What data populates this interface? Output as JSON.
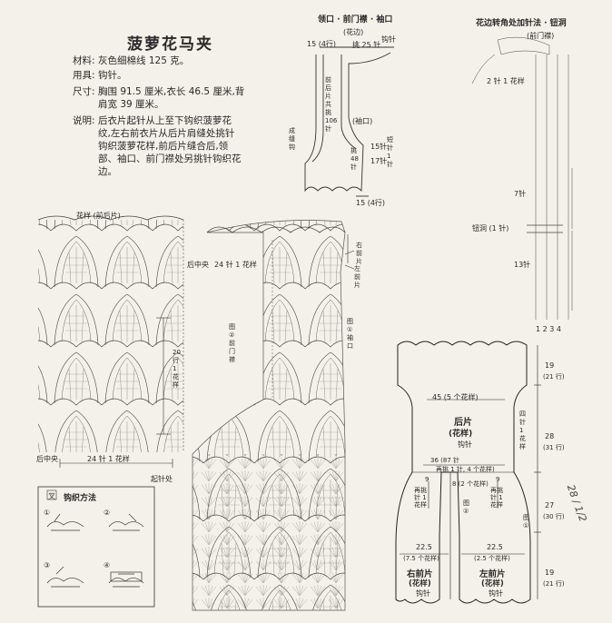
{
  "title": "菠萝花马夹",
  "info": {
    "material_label": "材料:",
    "material": "灰色细棉线 125 克。",
    "tool_label": "用具:",
    "tool": "钩针。",
    "size_label": "尺寸:",
    "size_1": "胸围 91.5 厘米,衣长 46.5 厘米,背",
    "size_2": "肩宽 39 厘米。",
    "desc_label": "说明:",
    "desc_1": "后衣片起针从上至下钩织菠萝花",
    "desc_2": "纹,左右前衣片从后片肩缝处挑针",
    "desc_3": "钩织菠萝花样,前后片缝合后,领",
    "desc_4": "部、袖口、前门襟处另挑针钩织花",
    "desc_5": "边。"
  },
  "neck_diagram": {
    "heading": "领口 · 前门襟 · 袖口",
    "label_edge": "(花边)",
    "label_crochet": "钩针",
    "label_top_left": "15 (4行)",
    "label_top_pick": "挑 25 针",
    "label_front_pick": "前后片共挑 106 针",
    "label_sleeve": "(袖口)",
    "label_pick_48": "挑 48 针",
    "label_15": "15针",
    "label_17": "17针",
    "label_short": "短针 1 针",
    "label_front_open": "成缝钩",
    "label_bottom": "15 (4行)"
  },
  "edge_diagram": {
    "heading": "花边转角处加针法 · 钮洞",
    "label_front": "(前门襟)",
    "label_2": "2 针 1 花样",
    "label_7": "7针",
    "label_button": "钮洞 (1 针)",
    "label_13": "13针",
    "rows": "1 2 3 4"
  },
  "back_chart": {
    "heading": "花样 (前后片)",
    "label_20": "20 行 1 花样",
    "label_center": "后中央",
    "label_24": "24 针 1 花样"
  },
  "front_chart": {
    "label_center": "后中央",
    "label_24": "24 针 1 花样",
    "label_right": "右前片",
    "label_left": "左前片",
    "label_diagram2": "图 ② 前门襟",
    "label_diagram1": "图 ① 袖口",
    "label_start": "起针处"
  },
  "stitch_box": {
    "heading": "钩织方法",
    "icon": "叉",
    "steps": [
      "①",
      "②",
      "③",
      "④"
    ]
  },
  "schematic": {
    "width_top": "45 (5 个花样)",
    "back_piece": "后片",
    "pattern": "(花样)",
    "crochet": "钩针",
    "side_pick": "四针 1 花样",
    "pick_36": "36 (87 针",
    "pick_36b": "再挑 1 针, 4 个花样)",
    "pick_mid": "8 (2 个花样)",
    "pick_9a": "9",
    "pick_9b": "9",
    "pick_a": "再挑针 1 花样",
    "pick_b": "再挑针 1 花样",
    "right_front": "右前片",
    "left_front": "左前片",
    "right_w": "22.5",
    "right_w2": "(7.5 个花样)",
    "left_w": "22.5",
    "left_w2": "(2.5 个花样)",
    "fig1": "图 ①",
    "fig2": "图 ②",
    "dim_19a": "19",
    "dim_19a_r": "(21 行)",
    "dim_28": "28",
    "dim_28_r": "(31 行)",
    "dim_27": "27",
    "dim_27_r": "(30 行)",
    "dim_19b": "19",
    "dim_19b_r": "(21 行)"
  },
  "handwriting": "28 / 1/2"
}
